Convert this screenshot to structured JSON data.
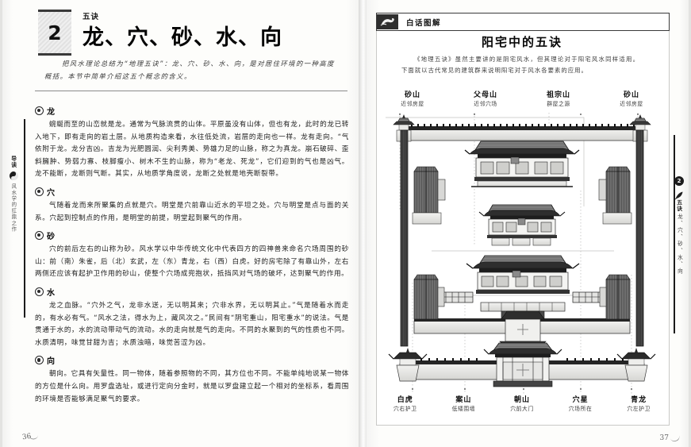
{
  "left_page": {
    "side_tab": {
      "lead_label": "导读",
      "icon": "yinyang-icon",
      "sub_label": "风水学的扛鼎之作"
    },
    "chapter": {
      "number": "2",
      "kicker": "五诀",
      "title": "龙、穴、砂、水、向"
    },
    "lead_paragraph": "把风水理论总结为“地理五诀”：龙、穴、砂、水、向，是对居住环境的一种高度概括。本节中简单介绍这五个概念的含义。",
    "sections": [
      {
        "bullet": "circle-bullet-icon",
        "title": "龙",
        "body": "蜿蜒而至的山峦就是龙。通常为气脉流贯的山体。平原虽没有山体，但也有龙，此时的龙已转入地下，即有走向的岩土层。从地质构造来看，水往低处流，岩层的走向也一样。龙有走向。“气依附于龙。龙分吉凶。吉龙为光肥圆润、尖利秀美、势雄力足的山脉，称之为真龙。崩石破碎、歪斜臃肿、势弱力寡、枝脚瘦小、树木不生的山脉，称为“老龙、死龙”，它们迎到的气也是凶气。龙不能断，龙断则气断。其实，从地质学角度说，龙断之处就是地壳断裂带。"
      },
      {
        "bullet": "circle-bullet-icon",
        "title": "穴",
        "body": "气随着龙而来所聚集的点就是穴。明堂是穴前靠山近水的平坦之处。穴与明堂是点与面的关系。穴起到控制点的作用，是明堂的前提，明堂起到聚气的作用。"
      },
      {
        "bullet": "circle-bullet-icon",
        "title": "砂",
        "body": "穴的前后左右的山称为砂。风水学以中华传统文化中代表四方的四神兽来命名穴场周围的砂山：前（南）朱雀，后（北）玄武，左（东）青龙，右（西）白虎。好的房宅除了有靠山外，左右两侧还应该有起护卫作用的砂山，使整个穴场成兜抱状，抵挡风对气场的破坏，达到聚气的作用。"
      },
      {
        "bullet": "circle-bullet-icon",
        "title": "水",
        "body": "龙之血脉。“穴外之气，龙非水送，无以明其来；穴非水界，无以明其止。”气是随着水而走的，有水必有气。“风水之法，得水为上，藏风次之。”民间有“阴宅重山，阳宅重水”的说法。气是贯通于水的，水的流动带动气的流动。水的走向就是气的走向。不同的水聚到的气的性质也不同。水质清明，味觉甘甜为吉；水质浊暗，味觉苦涩为凶。"
      },
      {
        "bullet": "circle-bullet-icon",
        "title": "向",
        "body": "朝向。它具有矢量性。同一物体，随着参照物的不同，其方位也不同。不能单纯地说某一物体的方位是什么向。用罗盘选址，或进行定向分金时，就是以罗盘建立起一个相对的坐标系，看周围的环境是否能够满足聚气的要求。"
      }
    ],
    "page_number": "36"
  },
  "right_page": {
    "banner": {
      "icon": "brush-icon",
      "label": "白话图解"
    },
    "title": "阳宅中的五诀",
    "intro": "《地理五诀》虽然主要讲的是阴宅风水，但其理论对于阳宅风水同样适用。下面就以古代常见的建筑群来说明阳宅对于风水各要素的应用。",
    "top_labels": [
      {
        "name": "砂山",
        "desc": "近邻房屋"
      },
      {
        "name": "父母山",
        "desc": "近邻穴场"
      },
      {
        "name": "祖宗山",
        "desc": "群屋之源"
      },
      {
        "name": "砂山",
        "desc": "近邻房屋"
      }
    ],
    "bottom_labels": [
      {
        "name": "白虎",
        "desc": "穴右护卫"
      },
      {
        "name": "案山",
        "desc": "低矮围墙"
      },
      {
        "name": "朝山",
        "desc": "穴前大门"
      },
      {
        "name": "穴星",
        "desc": "穴场所在"
      },
      {
        "name": "青龙",
        "desc": "穴左护卫"
      }
    ],
    "diagram": {
      "alt": "traditional-chinese-courtyard-compound-elevation"
    },
    "side_tab": {
      "badge": "2",
      "icon": "quill-icon",
      "main_label": "五诀",
      "sub_label": "龙、穴、砂、水、向"
    },
    "page_number": "37"
  }
}
